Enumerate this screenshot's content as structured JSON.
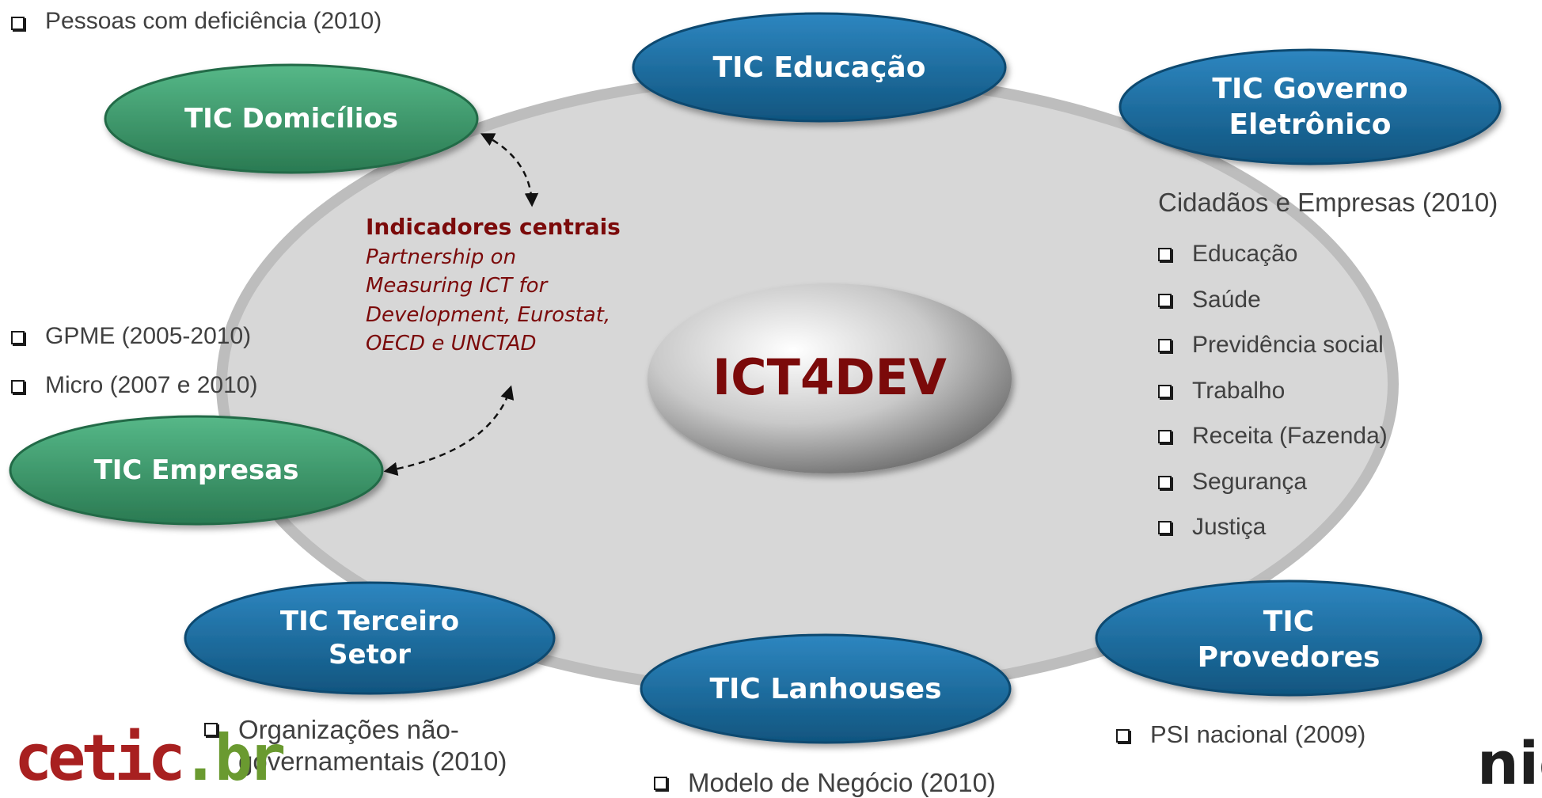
{
  "colors": {
    "blue_node": "#1a6a9e",
    "green_node": "#3a9a6a",
    "core_text": "#7b0a0a",
    "ring": "#cfcfcf",
    "text": "#404040"
  },
  "top_left_note": "Pessoas com deficiência (2010)",
  "center": {
    "label": "ICT4DEV"
  },
  "nodes": {
    "educacao": "TIC Educação",
    "governo": "TIC Governo\nEletrônico",
    "domicilios": "TIC Domicílios",
    "empresas": "TIC Empresas",
    "terceiro_setor": "TIC Terceiro\nSetor",
    "lanhouses": "TIC Lanhouses",
    "provedores": "TIC\nProvedores"
  },
  "core_indicators": {
    "title": "Indicadores centrais",
    "subtitle": "Partnership on\nMeasuring ICT for\nDevelopment, Eurostat,\nOECD e UNCTAD"
  },
  "empresas_list": [
    "GPME (2005-2010)",
    "Micro (2007 e 2010)"
  ],
  "governo_heading": "Cidadãos e Empresas (2010)",
  "governo_list": [
    "Educação",
    "Saúde",
    "Previdência social",
    "Trabalho",
    "Receita (Fazenda)",
    "Segurança",
    "Justiça"
  ],
  "terceiro_setor_list": [
    "Organizações não-\ngovernamentais (2010)"
  ],
  "lanhouses_list": [
    "Modelo de Negócio (2010)"
  ],
  "provedores_list": [
    "PSI nacional (2009)"
  ],
  "logos": {
    "left": "cetic.br",
    "right": "nic."
  }
}
